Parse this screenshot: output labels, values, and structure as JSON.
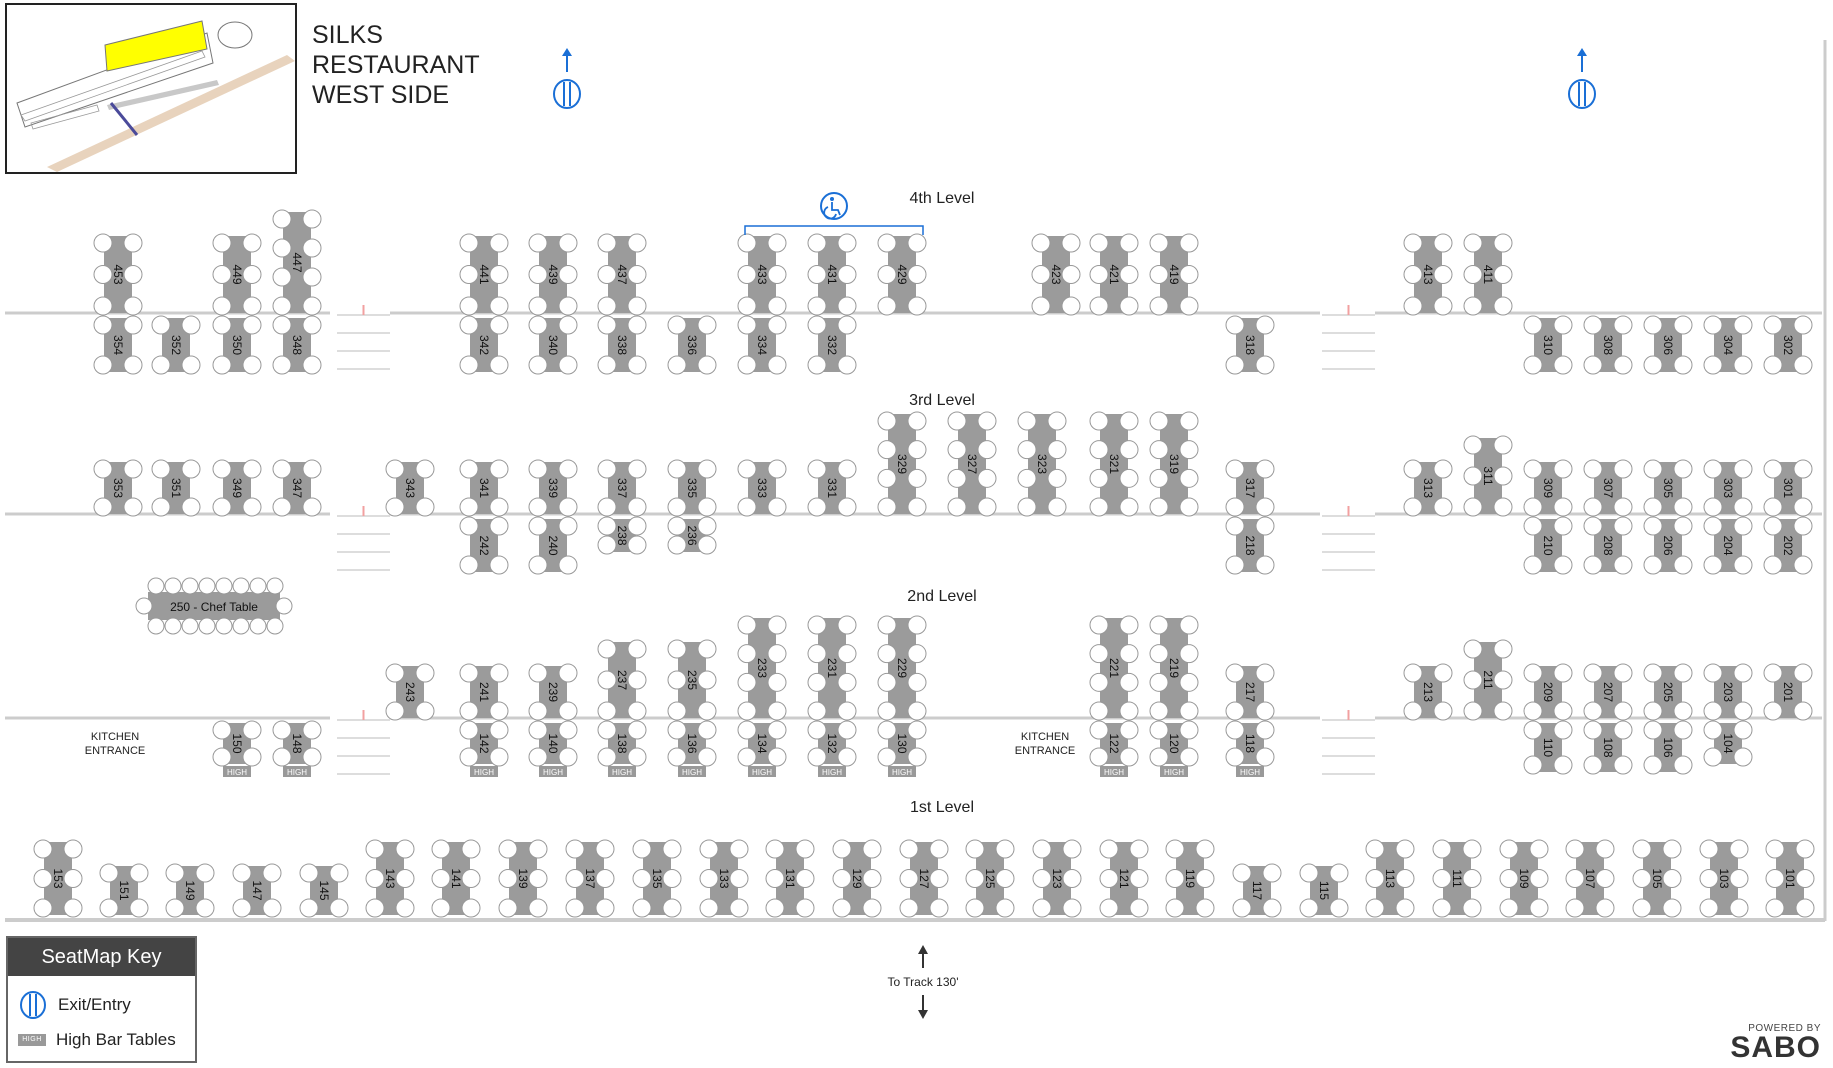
{
  "title_lines": [
    "SILKS",
    "RESTAURANT",
    "WEST SIDE"
  ],
  "levels": [
    {
      "label": "4th Level"
    },
    {
      "label": "3rd Level"
    },
    {
      "label": "2nd Level"
    },
    {
      "label": "1st Level"
    }
  ],
  "tables": {
    "row4_back": [
      "453",
      "449",
      "447",
      "441",
      "439",
      "437",
      "433",
      "431",
      "429",
      "423",
      "421",
      "419",
      "413",
      "411"
    ],
    "row4_front": [
      "354",
      "352",
      "350",
      "348",
      "342",
      "340",
      "338",
      "336",
      "334",
      "332",
      "318",
      "310",
      "308",
      "306",
      "304",
      "302"
    ],
    "row3_back": [
      "353",
      "351",
      "349",
      "347",
      "343",
      "341",
      "339",
      "337",
      "335",
      "333",
      "331",
      "329",
      "327",
      "323",
      "321",
      "319",
      "317",
      "313",
      "311",
      "309",
      "307",
      "305",
      "303",
      "301"
    ],
    "row3_front": [
      "242",
      "240",
      "238",
      "236",
      "218",
      "210",
      "208",
      "206",
      "204",
      "202"
    ],
    "chef_table": "250 - Chef Table",
    "row2_back": [
      "243",
      "241",
      "239",
      "237",
      "235",
      "233",
      "231",
      "229",
      "221",
      "219",
      "217",
      "213",
      "211",
      "209",
      "207",
      "205",
      "203",
      "201"
    ],
    "row2_front": [
      "150",
      "148",
      "142",
      "140",
      "138",
      "136",
      "134",
      "132",
      "130",
      "122",
      "120",
      "118",
      "110",
      "108",
      "106",
      "104"
    ],
    "row1": [
      "153",
      "151",
      "149",
      "147",
      "145",
      "143",
      "141",
      "139",
      "137",
      "135",
      "133",
      "131",
      "129",
      "127",
      "125",
      "123",
      "121",
      "119",
      "117",
      "115",
      "113",
      "111",
      "109",
      "107",
      "105",
      "103",
      "101"
    ]
  },
  "high_label": "HIGH",
  "kitchen_label_lines": [
    "KITCHEN",
    "ENTRANCE"
  ],
  "track_label": "To Track 130'",
  "key": {
    "title": "SeatMap Key",
    "exit_label": "Exit/Entry",
    "high_label": "High Bar Tables"
  },
  "brand": {
    "powered": "POWERED BY",
    "name": "SABO"
  },
  "colors": {
    "table": "#9b9b9b",
    "seat_stroke": "#999999",
    "floor_line": "#cccccc",
    "accent_blue": "#1a6fd6",
    "highlight_yellow": "#ffff00",
    "walkway_tan": "#e8d3bd"
  },
  "icons": [
    "exit-entry-icon",
    "arrow-up-icon",
    "wheelchair-icon",
    "arrow-up-down-icon"
  ]
}
